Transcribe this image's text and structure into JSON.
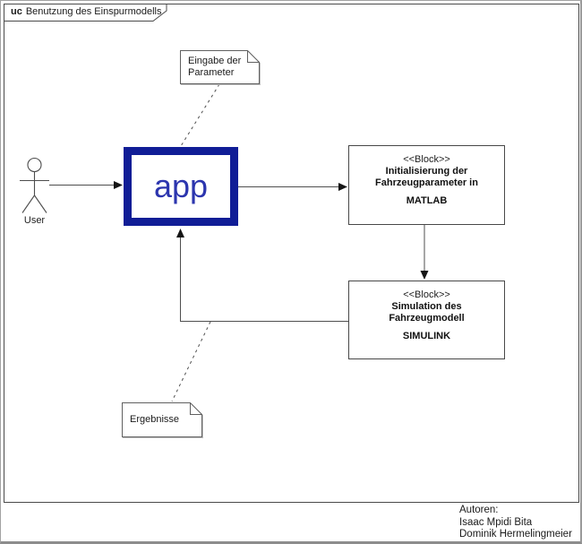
{
  "frame": {
    "keyword": "uc",
    "title": "Benutzung des Einspurmodells"
  },
  "actor": {
    "label": "User"
  },
  "app": {
    "label": "app"
  },
  "notes": {
    "input": {
      "lines": [
        "Eingabe der",
        "Parameter"
      ]
    },
    "results": {
      "lines": [
        "Ergebnisse"
      ]
    }
  },
  "blocks": {
    "matlab": {
      "stereotype": "<<Block>>",
      "lines": [
        "Initialisierung der",
        "Fahrzeugparameter in"
      ],
      "name": "MATLAB"
    },
    "simulink": {
      "stereotype": "<<Block>>",
      "lines": [
        "Simulation des",
        "Fahrzeugmodell"
      ],
      "name": "SIMULINK"
    }
  },
  "authors": {
    "heading": "Autoren:",
    "names": [
      "Isaac Mpidi Bita",
      "Dominik Hermelingmeier"
    ]
  },
  "colors": {
    "app_border": "#101d96",
    "app_text": "#2c35ae",
    "frame_border": "#4a4a4a",
    "connector_line": "#4f4f4f",
    "arrowhead": "#151515"
  }
}
